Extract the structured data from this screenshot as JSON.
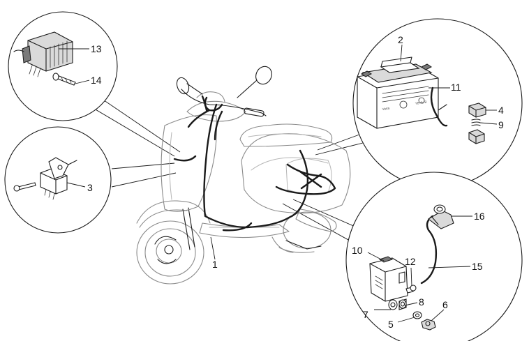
{
  "part_numbers": {
    "p1": "1",
    "p2": "2",
    "p3": "3",
    "p4": "4",
    "p5": "5",
    "p6": "6",
    "p7": "7",
    "p8": "8",
    "p9": "9",
    "p10": "10",
    "p11": "11",
    "p12": "12",
    "p13": "13",
    "p14": "14",
    "p15": "15",
    "p16": "16"
  },
  "battery_label": {
    "brand": "Varta",
    "code": "YB 4L-B"
  }
}
